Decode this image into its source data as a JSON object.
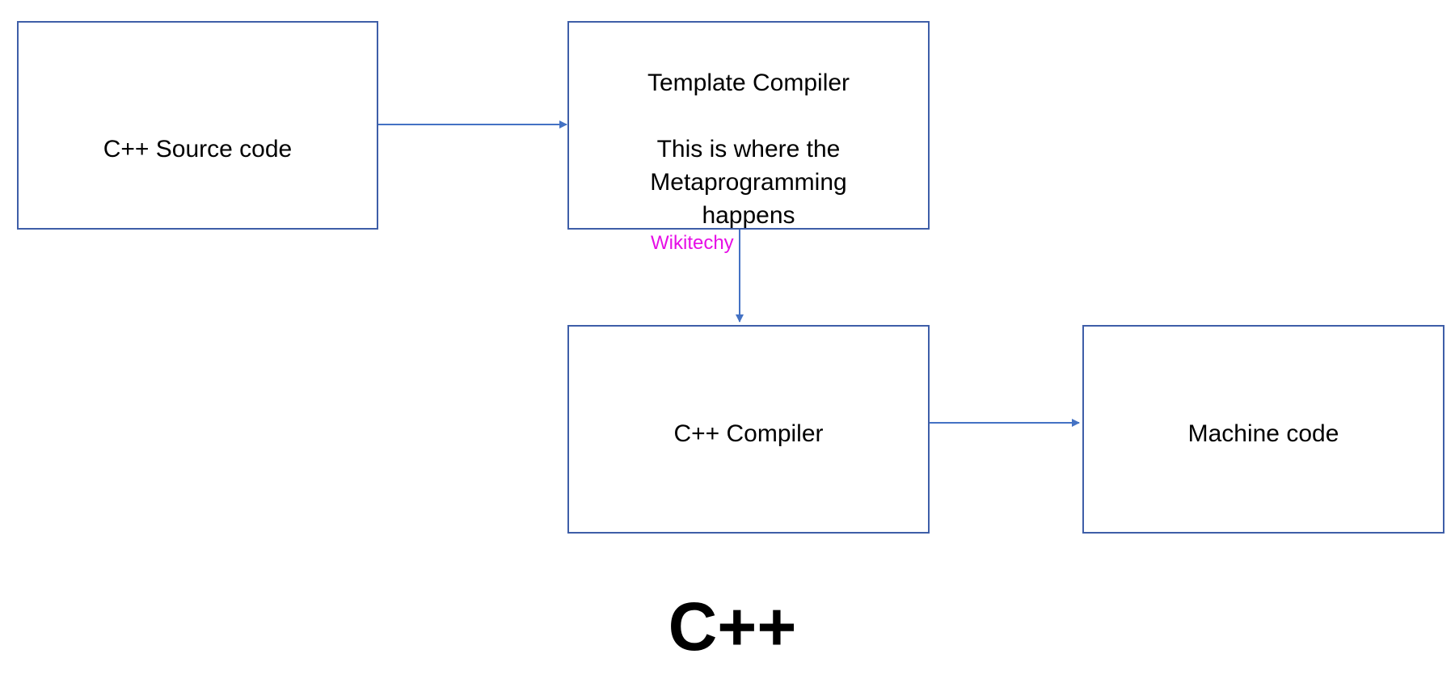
{
  "colors": {
    "box_border": "#3e5ea8",
    "arrow": "#4472c4",
    "watermark": "#e60ee6",
    "text": "#000000",
    "background": "#ffffff"
  },
  "nodes": {
    "source": {
      "label": "C++ Source code"
    },
    "template": {
      "title": "Template Compiler",
      "description_lines": [
        "This is where the",
        "Metaprogramming",
        "happens"
      ]
    },
    "compiler": {
      "label": "C++ Compiler"
    },
    "machine": {
      "label": "Machine code"
    }
  },
  "watermark": "Wikitechy",
  "caption": "C++"
}
